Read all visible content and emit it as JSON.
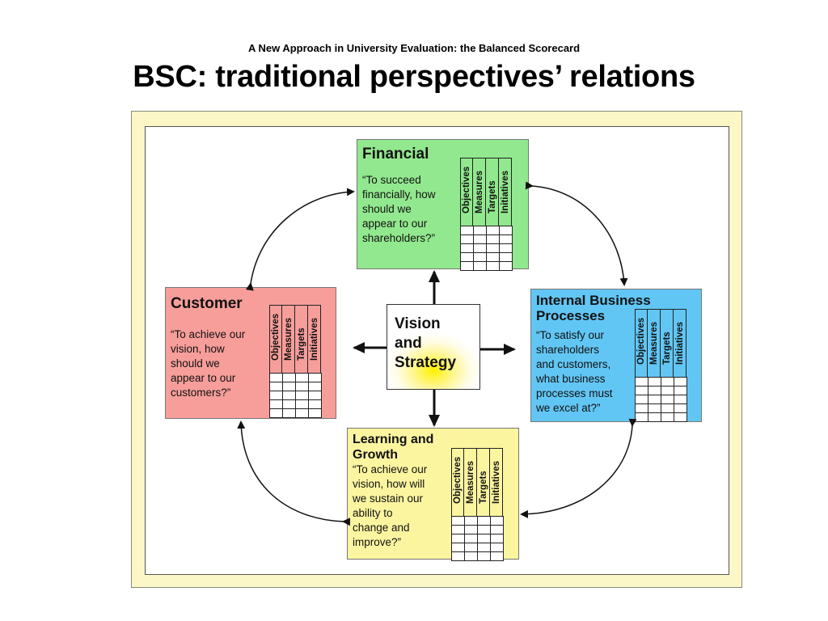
{
  "header": {
    "subtitle": "A New Approach in University Evaluation: the Balanced Scorecard",
    "title": "BSC: traditional perspectives’ relations"
  },
  "colors": {
    "financial": "#92e88e",
    "customer": "#f79e9a",
    "internal": "#62c6f4",
    "learning": "#fbf5a0",
    "frame": "#fbf7c6"
  },
  "matrix_headers": [
    "Objectives",
    "Measures",
    "Targets",
    "Initiatives"
  ],
  "perspectives": {
    "financial": {
      "title_lines": [
        "Financial"
      ],
      "quote_lines": [
        "“To succeed",
        "financially, how",
        "should we",
        "appear to our",
        "shareholders?”"
      ]
    },
    "customer": {
      "title_lines": [
        "Customer"
      ],
      "quote_lines": [
        "“To achieve our",
        "vision, how",
        "should we",
        "appear to our",
        "customers?”"
      ]
    },
    "internal": {
      "title_lines": [
        "Internal Business",
        "Processes"
      ],
      "quote_lines": [
        "“To satisfy our",
        "shareholders",
        "and customers,",
        "what business",
        "processes must",
        "we excel at?”"
      ]
    },
    "learning": {
      "title_lines": [
        "Learning and",
        "Growth"
      ],
      "quote_lines": [
        "“To achieve our",
        "vision, how will",
        "we sustain our",
        "ability to",
        "change and",
        "improve?”"
      ]
    }
  },
  "center": {
    "lines": [
      "Vision",
      "and",
      "Strategy"
    ]
  }
}
